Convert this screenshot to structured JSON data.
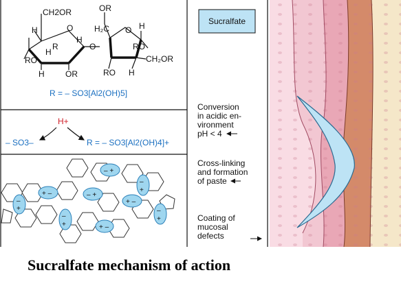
{
  "label_box": "Sucralfate",
  "structure": {
    "top_left": "CH2OR",
    "top_mid": "OR",
    "r_definition": "R = – SO3[Al2(OH)5]"
  },
  "conversion": {
    "h_plus": "H+",
    "left_product": "– SO3–",
    "right_product": "R = – SO3[Al2(OH)4]+"
  },
  "steps": [
    {
      "lines": [
        "Conversion",
        "in acidic en-",
        "vironment",
        "pH < 4"
      ]
    },
    {
      "lines": [
        "Cross-linking",
        "and formation",
        "of paste"
      ]
    },
    {
      "lines": [
        "Coating of",
        "mucosal",
        "defects"
      ]
    }
  ],
  "caption": "Sucralfate mechanism of action"
}
